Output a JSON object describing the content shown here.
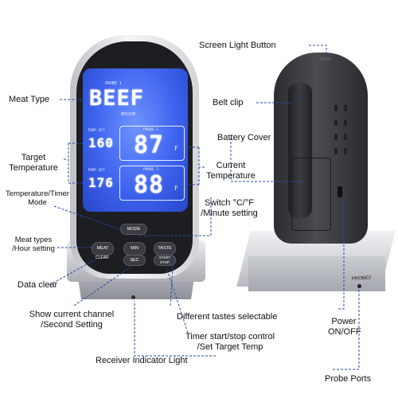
{
  "labels": {
    "screen_light_button": "Screen Light Button",
    "meat_type": "Meat Type",
    "belt_clip": "Belt clip",
    "battery_cover": "Battery Cover",
    "target_temperature": [
      "Target",
      "Temperature"
    ],
    "current_temperature": [
      "Current",
      "Temperature"
    ],
    "temp_timer_mode": [
      "Temperature/Timer",
      "Mode"
    ],
    "switch_cf": [
      "Switch °C/°F",
      "/Minute setting"
    ],
    "meat_types_hour": [
      "Meat types",
      "/Hour setting"
    ],
    "data_clear": "Data clear",
    "show_current_channel": [
      "Show current channel",
      "/Second Setting"
    ],
    "different_tastes": "Different tastes selectable",
    "power_onoff": [
      "Power",
      "ON/OFF"
    ],
    "timer_start_stop": [
      "Timer start/stop control",
      "/Set Target Temp"
    ],
    "receiver_indicator": "Receiver Indicator Light",
    "probe_ports": "Probe Ports"
  },
  "screen": {
    "probe_header": "PROBE 1",
    "meat_word": "BEEF",
    "medium": "MEDIUM",
    "temp_set_label": "TEMP SET",
    "probe1_label": "PROBE 1",
    "probe2_label": "PROBE 2",
    "set1": "160",
    "cur1": "87",
    "set2": "176",
    "cur2": "88",
    "unit": "F"
  },
  "buttons": {
    "mode": "MODE",
    "meat": "MEAT",
    "min": "MIN",
    "taste": "TASTE",
    "clear": "CLEAR",
    "sec": "SEC",
    "start_stop": "START STOP"
  },
  "back": {
    "probe2_text": "PROBE2"
  },
  "colors": {
    "screen_blue": "#3e63ee",
    "leader": "#2b4aa8"
  }
}
